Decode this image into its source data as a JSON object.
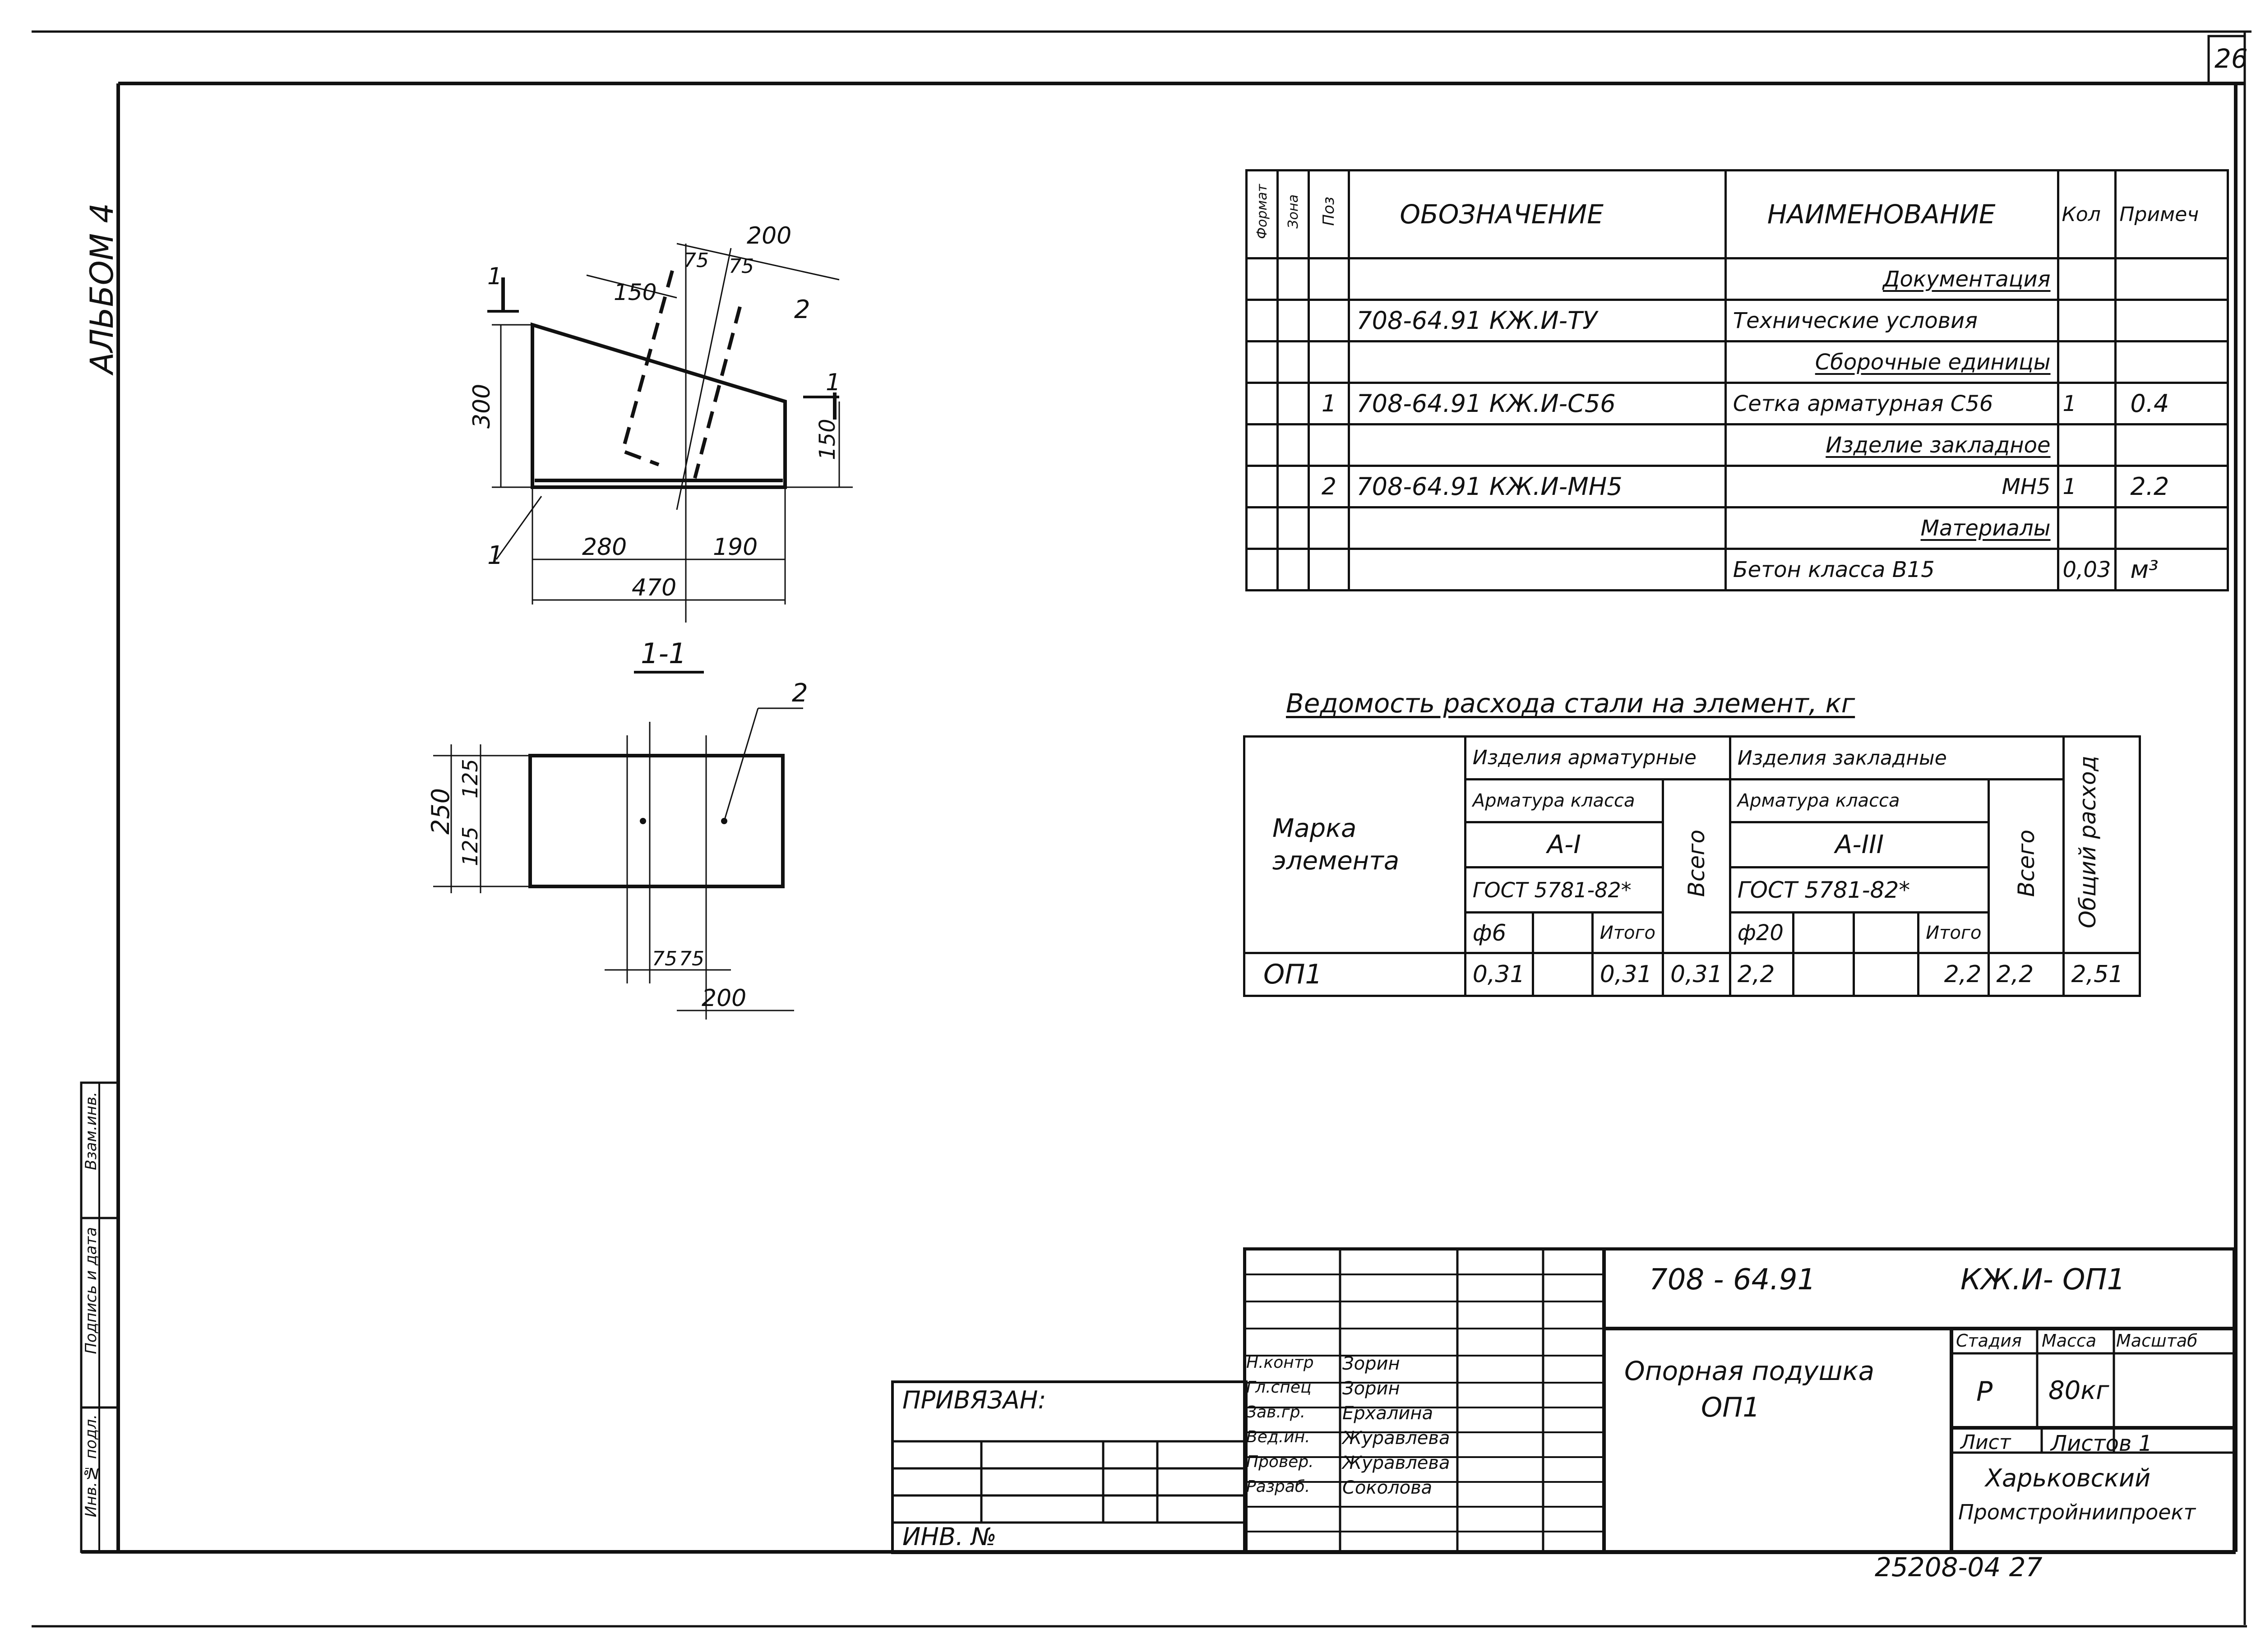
{
  "sheet_number": "26",
  "album_label": "АЛЬБОМ 4",
  "side_stamp": [
    "Инв.№ подл.",
    "Подпись и дата",
    "Взам.инв."
  ],
  "drawing": {
    "dims_plan": [
      "200",
      "75",
      "75",
      "150",
      "300",
      "150",
      "280",
      "190",
      "470"
    ],
    "pos_labels": [
      "1",
      "2",
      "1",
      "1"
    ],
    "section_title": "1-1",
    "dims_section": [
      "250",
      "125",
      "125",
      "75",
      "75",
      "200"
    ],
    "section_pos": "2"
  },
  "spec": {
    "headers": [
      "Формат",
      "Зона",
      "Поз",
      "ОБОЗНАЧЕНИЕ",
      "НАИМЕНОВАНИЕ",
      "Кол",
      "Примеч"
    ],
    "rows": [
      {
        "pos": "",
        "code": "",
        "name": "Документация",
        "underline": true,
        "qty": "",
        "note": ""
      },
      {
        "pos": "",
        "code": "708-64.91 КЖ.И-ТУ",
        "name": "Технические условия",
        "underline": false,
        "qty": "",
        "note": ""
      },
      {
        "pos": "",
        "code": "",
        "name": "Сборочные единицы",
        "underline": true,
        "qty": "",
        "note": ""
      },
      {
        "pos": "1",
        "code": "708-64.91   КЖ.И-С56",
        "name": "Сетка арматурная С56",
        "underline": false,
        "qty": "1",
        "note": "0.4"
      },
      {
        "pos": "",
        "code": "",
        "name": "Изделие закладное",
        "underline": true,
        "qty": "",
        "note": ""
      },
      {
        "pos": "2",
        "code": "708-64.91 КЖ.И-МН5",
        "name": "МН5",
        "underline": false,
        "qty": "1",
        "note": "2.2"
      },
      {
        "pos": "",
        "code": "",
        "name": "Материалы",
        "underline": true,
        "qty": "",
        "note": ""
      },
      {
        "pos": "",
        "code": "",
        "name": "Бетон класса В15",
        "underline": false,
        "qty": "0,03",
        "note": "м³"
      }
    ]
  },
  "steel": {
    "title": "Ведомость расхода стали на элемент, кг",
    "mark_header": "Марка элемента",
    "group1": "Изделия арматурные",
    "sub1": "Арматура класса",
    "class1": "А-I",
    "gost1": "ГОСТ 5781-82*",
    "dia1": "ф6",
    "itogo": "Итого",
    "vsego": "Всего",
    "group2": "Изделия закладные",
    "sub2": "Арматура класса",
    "class2": "А-III",
    "gost2": "ГОСТ 5781-82*",
    "dia2": "ф20",
    "total": "Общий расход",
    "row": {
      "mark": "ОП1",
      "v1": "0,31",
      "it1": "0,31",
      "vs1": "0,31",
      "v2": "2,2",
      "it2": "2,2",
      "vs2": "2,2",
      "tot": "2,51"
    }
  },
  "title_block": {
    "code": "708 - 64.91",
    "doc": "КЖ.И- ОП1",
    "name_line1": "Опорная подушка",
    "name_line2": "ОП1",
    "stage_h": "Стадия",
    "mass_h": "Масса",
    "scale_h": "Масштаб",
    "stage": "Р",
    "mass": "80кг",
    "sheet": "Лист",
    "sheets": "Листов 1",
    "org1": "Харьковский",
    "org2": "Промстройниипроект",
    "people": [
      {
        "role": "Н.контр",
        "name": "Зорин"
      },
      {
        "role": "Гл.спец",
        "name": "Зорин"
      },
      {
        "role": "Зав.гр.",
        "name": "Ерхалина"
      },
      {
        "role": "Вед.ин.",
        "name": "Журавлева"
      },
      {
        "role": "Провер.",
        "name": "Журавлева"
      },
      {
        "role": "Разраб.",
        "name": "Соколова"
      }
    ],
    "privyazan": "ПРИВЯЗАН:",
    "inv": "ИНВ. №"
  },
  "footer": "25208-04   27"
}
